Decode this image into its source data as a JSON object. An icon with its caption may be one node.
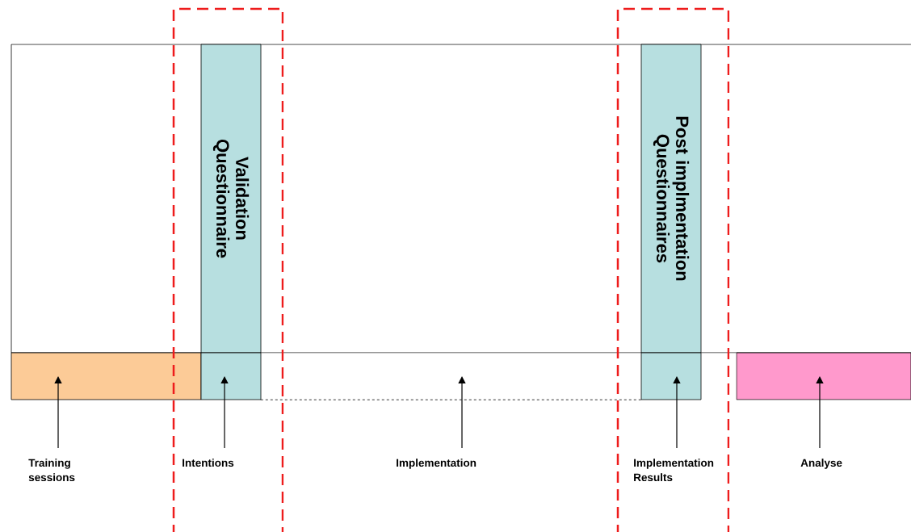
{
  "diagram": {
    "nodes": [
      {
        "text": [
          "Validation Questionnaire"
        ]
      },
      {
        "text": [
          "Post implmentation Questionnaires"
        ]
      },
      {
        "text": [],
        "shape": "box"
      },
      {
        "text": [],
        "shape": "box"
      },
      {
        "text": [],
        "shape": "box"
      },
      {
        "text": [],
        "shape": "box"
      },
      {
        "text": [],
        "shape": "box"
      },
      {
        "text": [
          "Training sessions"
        ]
      },
      {
        "text": [
          "Intentions"
        ]
      },
      {
        "text": [
          "Implementation"
        ]
      },
      {
        "text": [
          "Implementation Results"
        ]
      },
      {
        "text": [
          "Analyse"
        ]
      }
    ],
    "edges": [
      {
        "from": 7,
        "to": 2,
        "arrow": "to"
      },
      {
        "from": 8,
        "to": 3,
        "arrow": "to"
      },
      {
        "from": 9,
        "to": 4,
        "arrow": "to"
      },
      {
        "from": 10,
        "to": 5,
        "arrow": "to"
      },
      {
        "from": 11,
        "to": 6,
        "arrow": "to"
      }
    ]
  }
}
